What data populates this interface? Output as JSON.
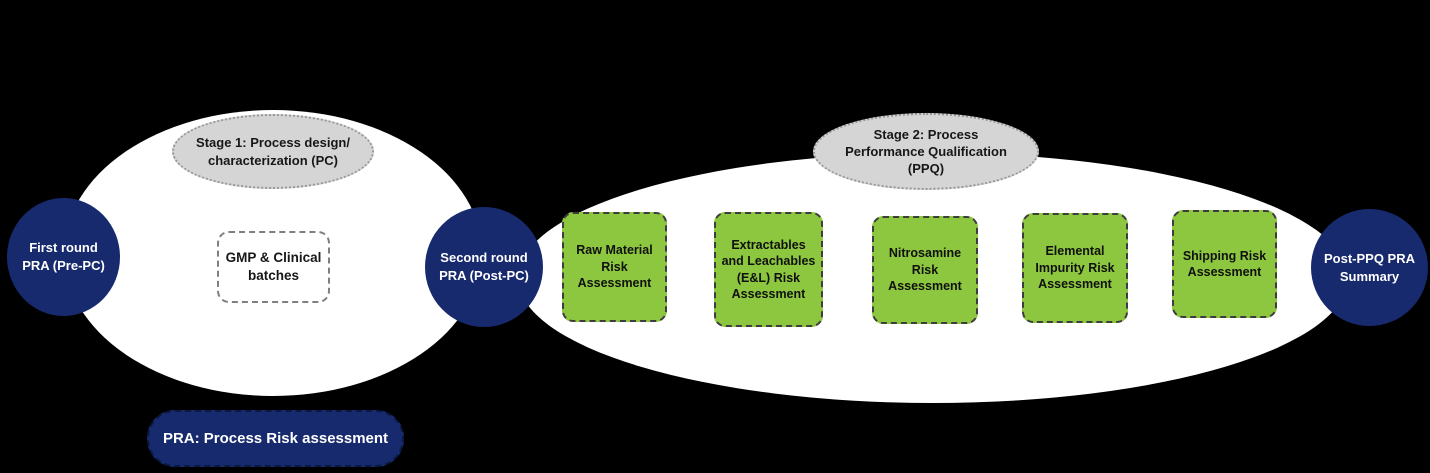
{
  "colors": {
    "background": "#000000",
    "navy": "#172a6e",
    "green": "#8dc63f",
    "gray": "#d5d5d5",
    "white": "#ffffff"
  },
  "diagram": {
    "stage1": {
      "bubble_label": "Stage 1: Process design/\ncharacterization (PC)",
      "start_node_label": "First round\nPRA (Pre-PC)",
      "content_box_label": "GMP & Clinical\nbatches"
    },
    "stage2": {
      "bubble_label": "Stage 2: Process\nPerformance Qualification\n(PPQ)",
      "mid_node_label": "Second round\nPRA (Post-PC)",
      "end_node_label": "Post-PPQ PRA\nSummary",
      "assessments": [
        "Raw Material\nRisk\nAssessment",
        "Extractables\nand Leachables\n(E&L) Risk\nAssessment",
        "Nitrosamine\nRisk\nAssessment",
        "Elemental\nImpurity Risk\nAssessment",
        "Shipping Risk\nAssessment"
      ]
    },
    "legend_label": "PRA: Process Risk assessment"
  }
}
